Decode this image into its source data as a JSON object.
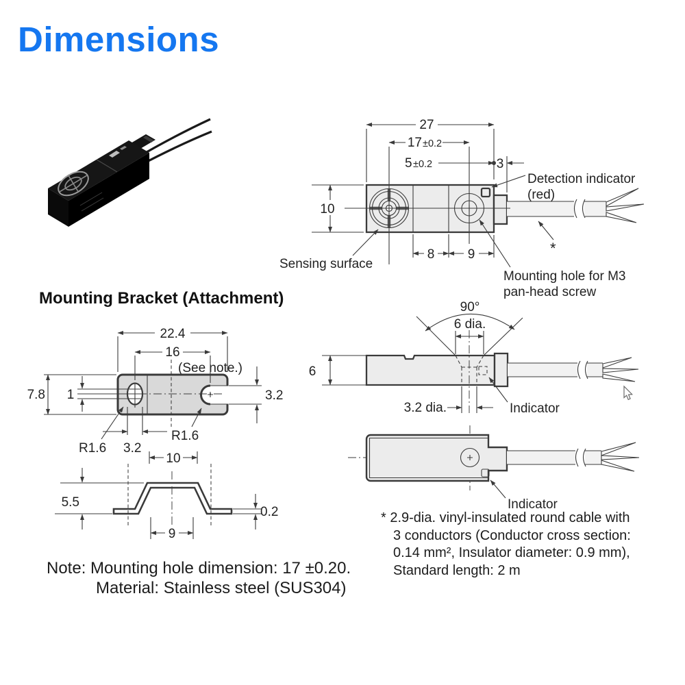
{
  "page": {
    "title": "Dimensions"
  },
  "colors": {
    "title_blue": "#1577f0",
    "line": "#3a3a3a",
    "body_fill": "#ececec",
    "bracket_fill": "#d9d9d9"
  },
  "top_view": {
    "dim_width_total": "27",
    "dim_hole_spacing_main": "17",
    "dim_hole_spacing_tol": "±0.2",
    "dim_5_main": "5",
    "dim_5_tol": "±0.2",
    "dim_3": "3",
    "dim_height": "10",
    "dim_8": "8",
    "dim_9": "9",
    "label_detection_indicator_line1": "Detection indicator",
    "label_detection_indicator_line2": "(red)",
    "label_sensing_surface": "Sensing surface",
    "label_mounting_hole_line1": "Mounting hole for M3",
    "label_mounting_hole_line2": "pan-head screw",
    "footnote_marker": "*"
  },
  "bracket": {
    "heading": "Mounting Bracket (Attachment)",
    "dim_width_total": "22.4",
    "dim_hole_spacing": "16",
    "see_note": "(See note.)",
    "dim_height": "7.8",
    "dim_offset": "1",
    "dim_slot_width": "3.2",
    "radius_left": "R1.6",
    "radius_slot": "R1.6",
    "dim_hole_width": "3.2",
    "dim_top_width": "10",
    "dim_bend_height": "5.5",
    "dim_bottom_opening": "9",
    "dim_thickness": "0.2"
  },
  "side_view": {
    "dim_angle": "90°",
    "dim_countersink": "6 dia.",
    "dim_height": "6",
    "dim_hole": "3.2 dia.",
    "label_indicator": "Indicator"
  },
  "bottom_view": {
    "label_indicator": "Indicator"
  },
  "footnote": {
    "line1": "* 2.9-dia. vinyl-insulated round cable with",
    "line2": "3 conductors (Conductor cross section:",
    "line3": "0.14 mm², Insulator diameter: 0.9 mm),",
    "line4": "Standard length: 2 m"
  },
  "note": {
    "line1": "Note: Mounting hole dimension: 17 ±0.20.",
    "line2": "Material: Stainless steel (SUS304)"
  }
}
